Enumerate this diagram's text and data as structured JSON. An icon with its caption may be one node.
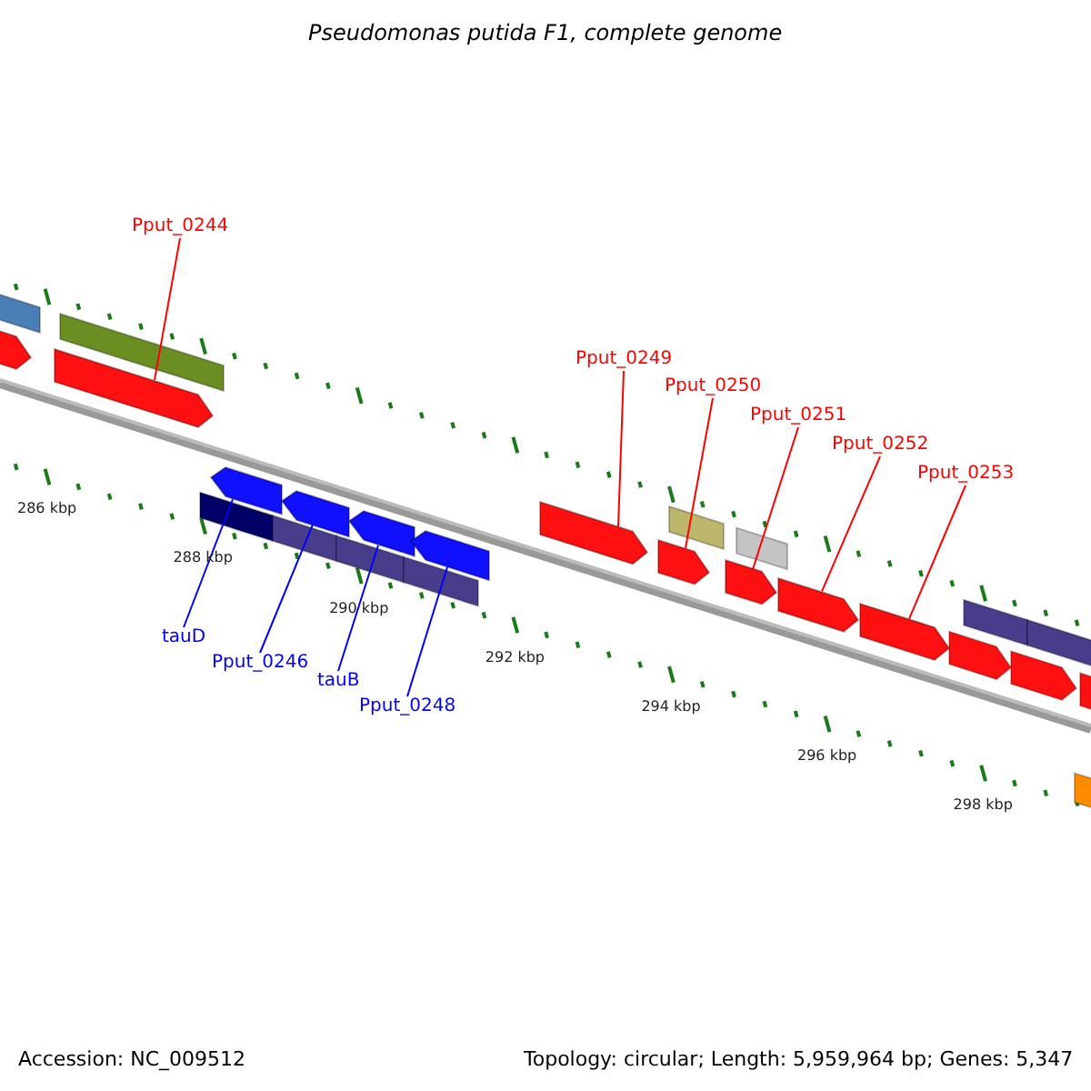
{
  "diagram": {
    "title": "Pseudomonas putida F1, complete genome",
    "nodes": [
      {
        "text": [
          "Pput_0244"
        ]
      },
      {
        "text": [
          "Pput_0249"
        ]
      },
      {
        "text": [
          "Pput_0250"
        ]
      },
      {
        "text": [
          "Pput_0251"
        ]
      },
      {
        "text": [
          "Pput_0252"
        ]
      },
      {
        "text": [
          "Pput_0253"
        ]
      },
      {
        "text": [
          "tauD"
        ]
      },
      {
        "text": [
          "Pput_0246"
        ]
      },
      {
        "text": [
          "tauB"
        ]
      },
      {
        "text": [
          "Pput_0248"
        ]
      },
      {
        "text": [],
        "shape": "arrow"
      },
      {
        "text": [],
        "shape": "arrow"
      },
      {
        "text": [],
        "shape": "arrow"
      },
      {
        "text": [],
        "shape": "arrow"
      },
      {
        "text": [],
        "shape": "arrow"
      },
      {
        "text": [],
        "shape": "arrow"
      },
      {
        "text": [],
        "shape": "arrow"
      },
      {
        "text": [],
        "shape": "arrow"
      },
      {
        "text": [],
        "shape": "arrow"
      },
      {
        "text": [],
        "shape": "arrow"
      },
      {
        "text": [],
        "shape": "arrow"
      }
    ],
    "edges": [
      {
        "from": 0,
        "to": 10,
        "arrow": "none"
      },
      {
        "from": 1,
        "to": 11,
        "arrow": "none"
      },
      {
        "from": 2,
        "to": 12,
        "arrow": "none"
      },
      {
        "from": 3,
        "to": 13,
        "arrow": "none"
      },
      {
        "from": 4,
        "to": 14,
        "arrow": "none"
      },
      {
        "from": 5,
        "to": 15,
        "arrow": "none"
      },
      {
        "from": 6,
        "to": 16,
        "arrow": "none",
        "color": "#0000ff"
      },
      {
        "from": 7,
        "to": 17,
        "arrow": "none",
        "color": "#0000ff"
      },
      {
        "from": 8,
        "to": 18,
        "arrow": "none",
        "color": "#0000ff"
      },
      {
        "from": 9,
        "to": 19,
        "arrow": "none",
        "color": "#0000ff"
      }
    ],
    "labels": [
      "286 kbp",
      "288 kbp",
      "290 kbp",
      "292 kbp",
      "294 kbp",
      "296 kbp",
      "298 kbp",
      "Accession: NC_009512",
      "Topology: circular; Length: 5,959,964 bp; Genes: 5,347"
    ]
  }
}
